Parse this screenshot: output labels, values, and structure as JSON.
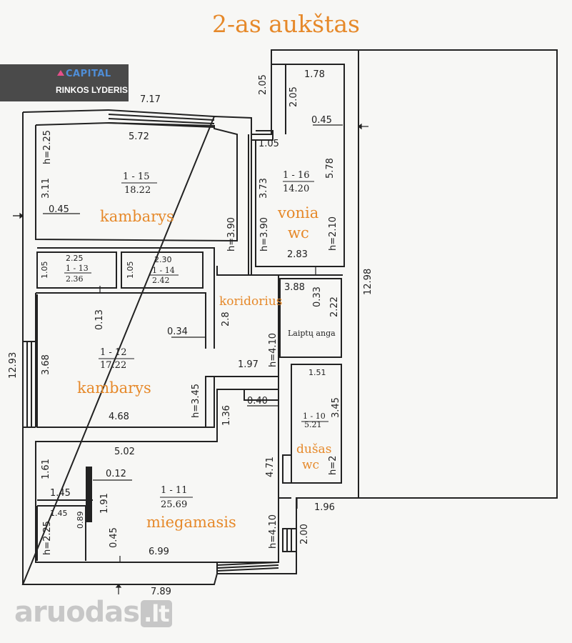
{
  "title": "2-as aukštas",
  "logo": {
    "brand": "CAPITAL",
    "tagline": "RINKOS LYDERIS"
  },
  "watermark": {
    "main": "aruodas",
    "suffix": ".lt"
  },
  "colors": {
    "orange": "#e6892a",
    "wall": "#222222",
    "paper": "#f7f7f5"
  },
  "rooms": {
    "r15": {
      "id": "1 - 15",
      "area": "18.22",
      "name": "kambarys"
    },
    "r16": {
      "id": "1 - 16",
      "area": "14.20",
      "name": "vonia",
      "name2": "wc"
    },
    "r13": {
      "id": "1 - 13",
      "area": "2.36"
    },
    "r14": {
      "id": "1 - 14",
      "area": "2.42"
    },
    "r12": {
      "id": "1 - 12",
      "area": "17.22",
      "name": "kambarys"
    },
    "corridor": {
      "name": "koridorius"
    },
    "stair": {
      "name": "Laiptų anga"
    },
    "r10": {
      "id": "1 - 10",
      "area": "5.21",
      "name": "dušas",
      "name2": "wc"
    },
    "r11": {
      "id": "1 - 11",
      "area": "25.69",
      "name": "miegamasis"
    }
  },
  "dimensions": {
    "d717": "7.17",
    "d205a": "2.05",
    "d178": "1.78",
    "d205b": "2.05",
    "d045a": "0.45",
    "d572": "5.72",
    "dh225a": "h=2.25",
    "d105a": "1.05",
    "d311": "3.11",
    "d373": "3.73",
    "d578": "5.78",
    "d045b": "0.45",
    "dh390a": "h=3.90",
    "dh390b": "h=3.90",
    "dh210": "h=2.10",
    "d283": "2.83",
    "d225": "2.25",
    "d230": "2.30",
    "d105b": "1.05",
    "d105c": "1.05",
    "d388": "3.88",
    "d033": "0.33",
    "d222": "2.22",
    "d013": "0.13",
    "d034": "0.34",
    "d28": "2.8",
    "dh410a": "h=4.10",
    "d368": "3.68",
    "d1293": "12.93",
    "d1298": "12.98",
    "d197": "1.97",
    "d151": "1.51",
    "d345": "3.45",
    "dh345": "h=3.45",
    "d040": "0.40",
    "d136": "1.36",
    "d468": "4.68",
    "d502": "5.02",
    "d471": "4.71",
    "dh2": "h=2",
    "d161": "1.61",
    "d012": "0.12",
    "d145a": "1.45",
    "d191": "1.91",
    "d196": "1.96",
    "d145b": "1.45",
    "d089": "0.89",
    "dh410b": "h=4.10",
    "d200": "2.00",
    "dh225b": "h=2.25",
    "d045c": "0.45",
    "d699": "6.99",
    "d789": "7.89"
  }
}
